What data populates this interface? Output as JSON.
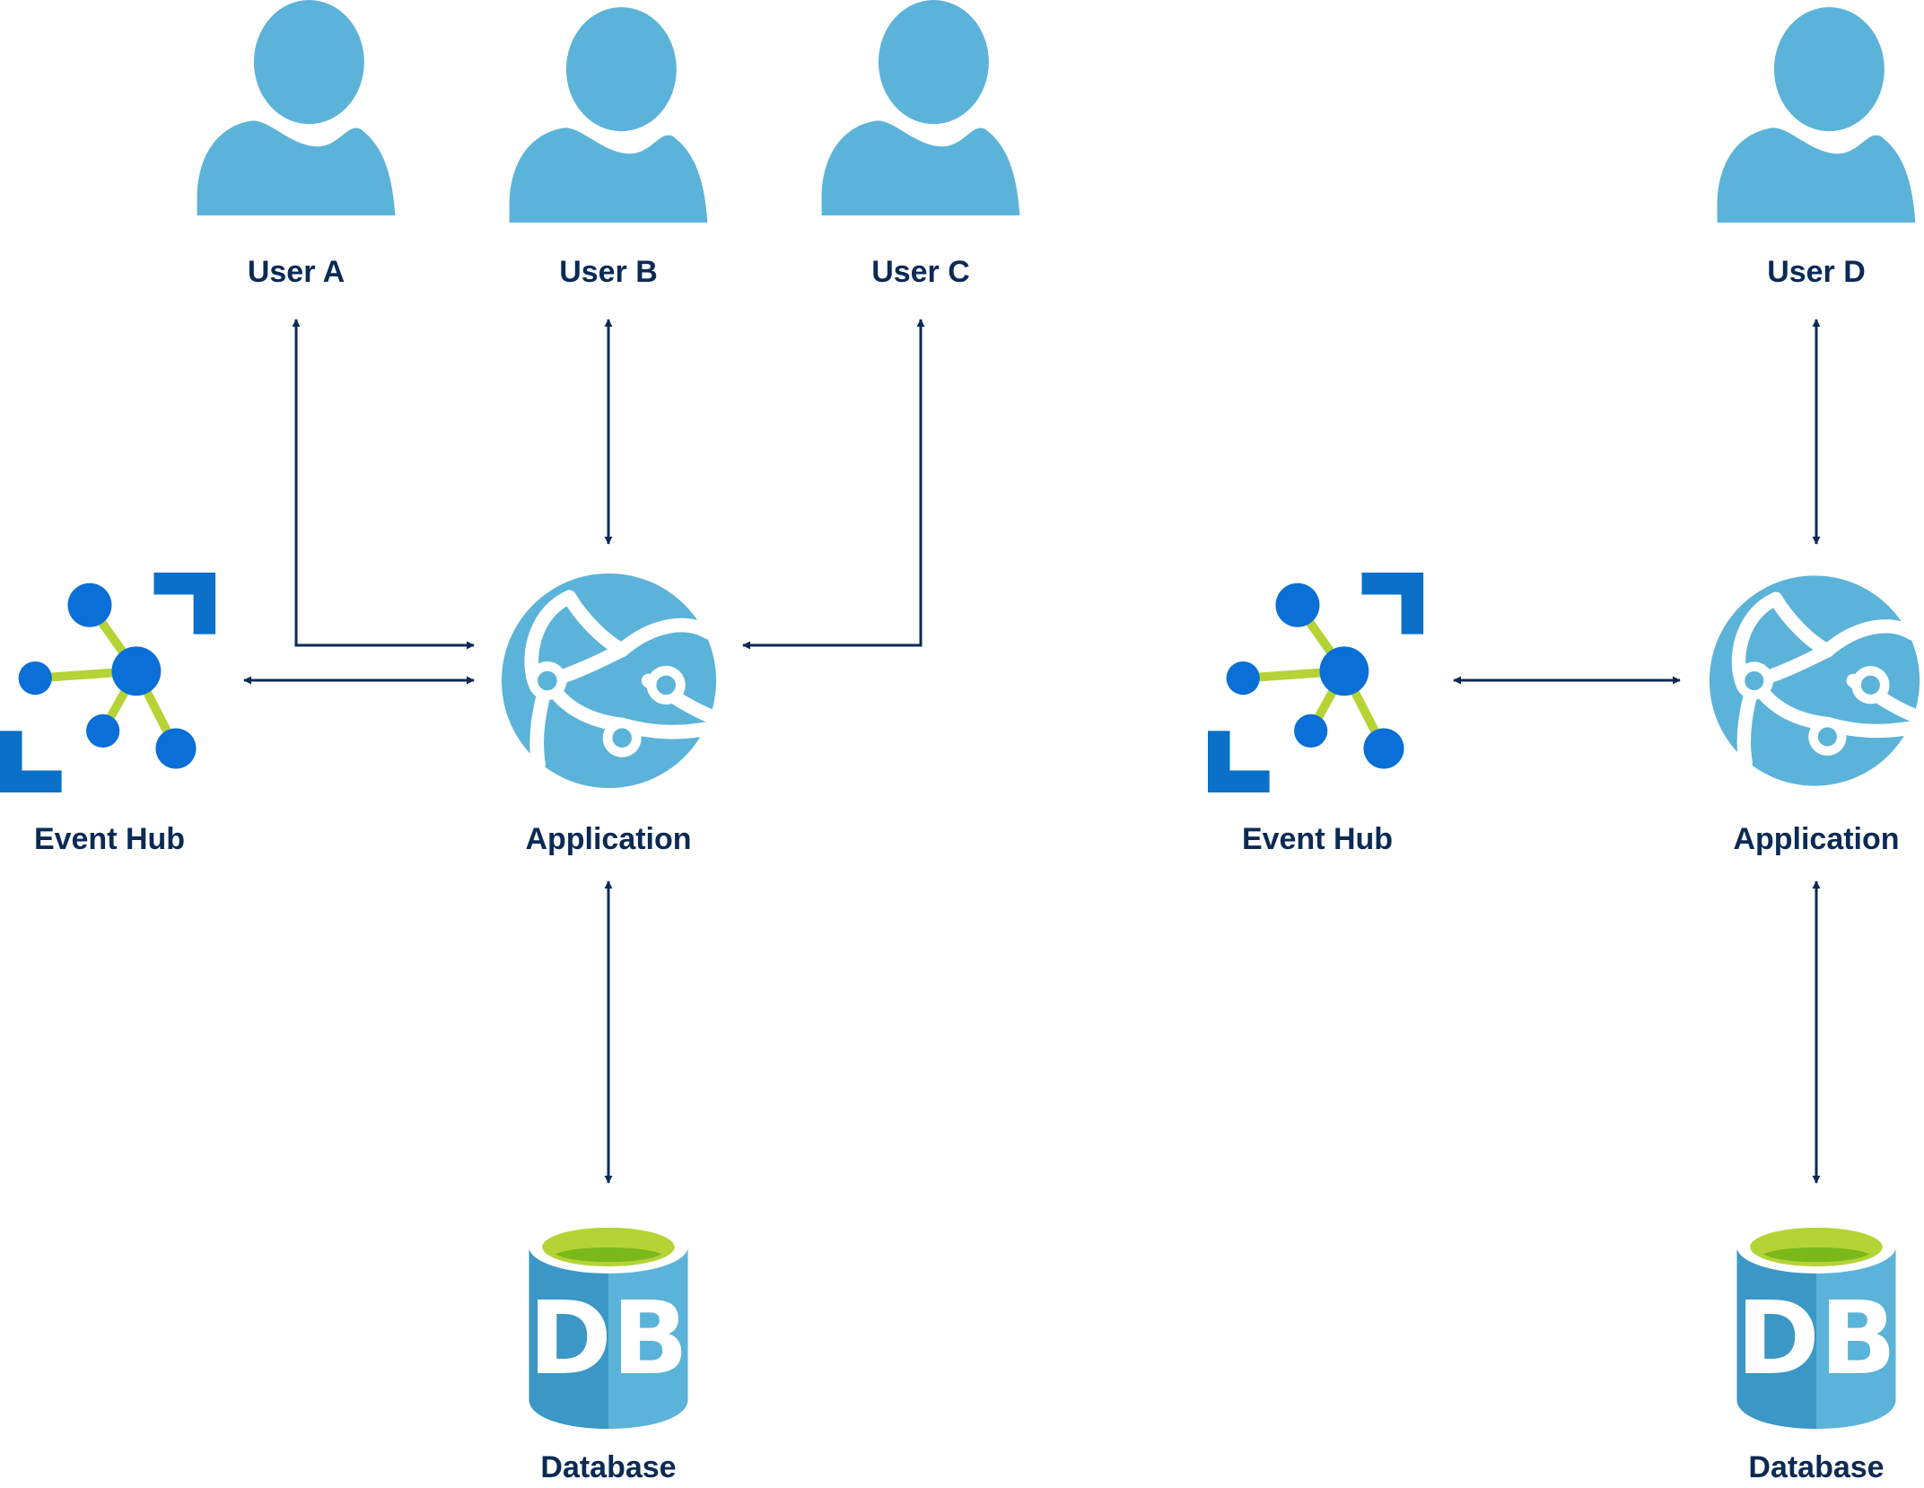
{
  "colors": {
    "user": "#5bb3d9",
    "label": "#0b2a55",
    "arrow": "#0b2a55",
    "hub_blue": "#0a6fd6",
    "hub_dark": "#0a70c8",
    "hub_link": "#b5d334",
    "db_light": "#5bb3d9",
    "db_dark": "#3a97c6",
    "db_top": "#b5d334",
    "db_top_inner": "#7ab81c",
    "app": "#5bb3d9"
  },
  "left": {
    "users": [
      {
        "label": "User A",
        "icon": "user-icon"
      },
      {
        "label": "User B",
        "icon": "user-icon"
      },
      {
        "label": "User C",
        "icon": "user-icon"
      }
    ],
    "event_hub": {
      "label": "Event Hub",
      "icon": "event-hub-icon"
    },
    "application": {
      "label": "Application",
      "icon": "web-app-icon"
    },
    "database": {
      "label": "Database",
      "icon": "database-icon",
      "glyph": "DB"
    }
  },
  "right": {
    "users": [
      {
        "label": "User D",
        "icon": "user-icon"
      }
    ],
    "event_hub": {
      "label": "Event Hub",
      "icon": "event-hub-icon"
    },
    "application": {
      "label": "Application",
      "icon": "web-app-icon"
    },
    "database": {
      "label": "Database",
      "icon": "database-icon",
      "glyph": "DB"
    }
  }
}
